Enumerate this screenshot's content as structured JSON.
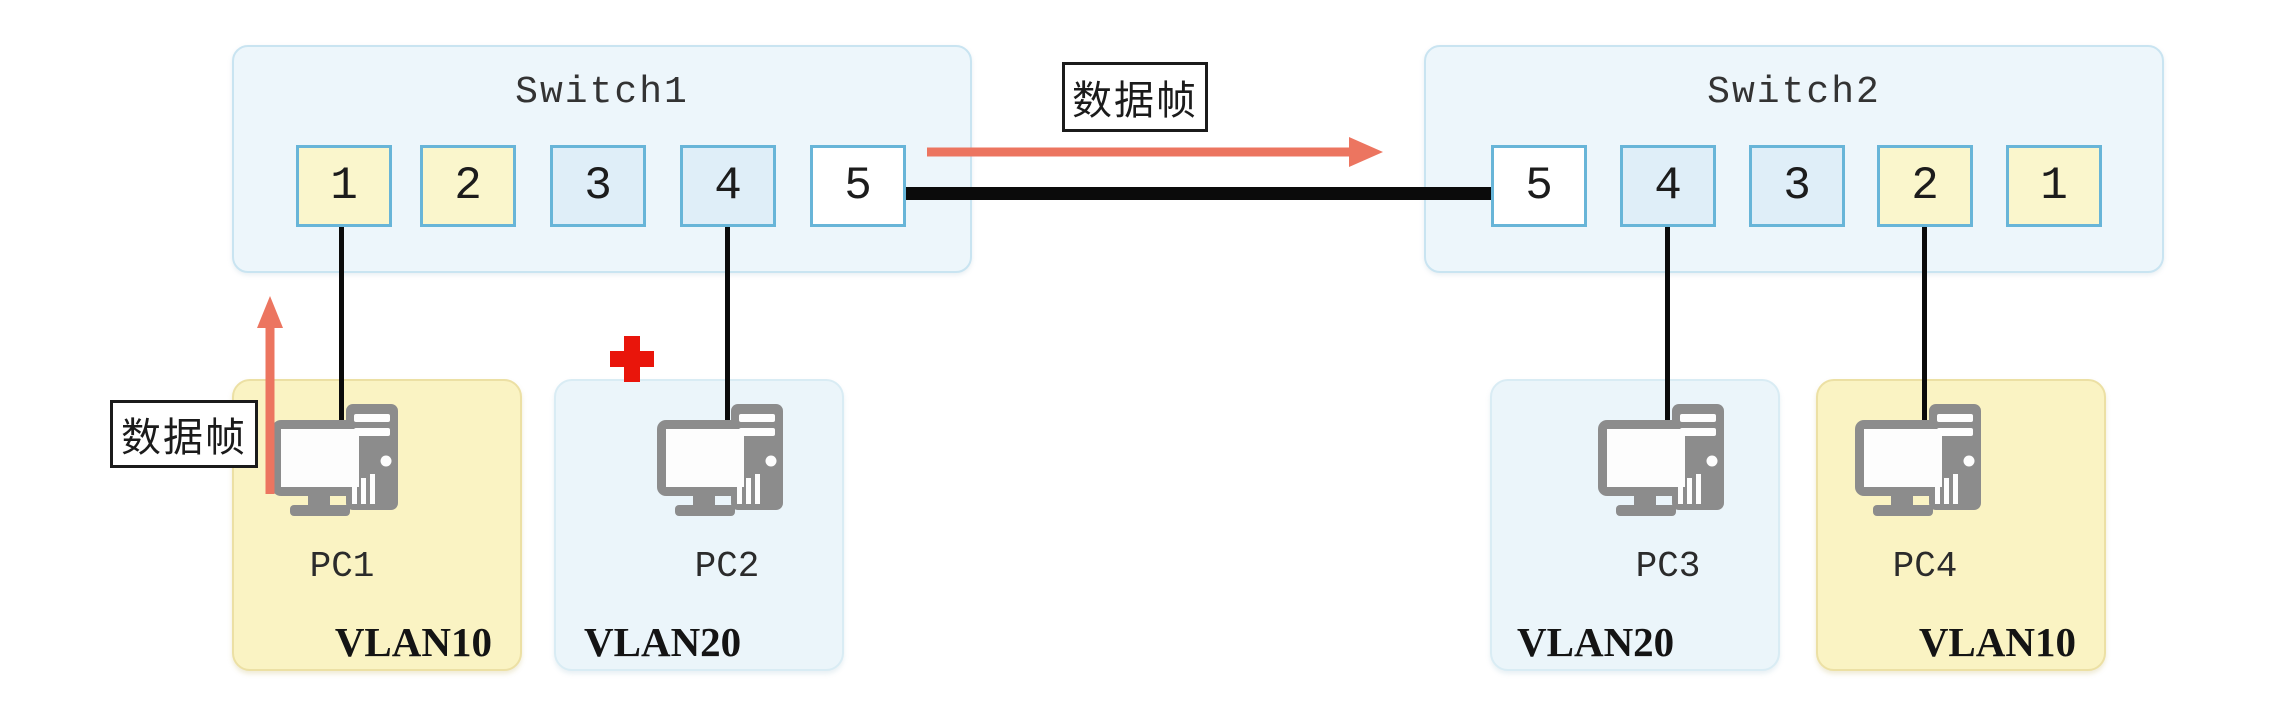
{
  "switch1": {
    "title": "Switch1",
    "ports": [
      {
        "label": "1",
        "fill": "yellow",
        "vlan": "VLAN10"
      },
      {
        "label": "2",
        "fill": "yellow",
        "vlan": "VLAN10"
      },
      {
        "label": "3",
        "fill": "blue",
        "vlan": "VLAN20"
      },
      {
        "label": "4",
        "fill": "blue",
        "vlan": "VLAN20"
      },
      {
        "label": "5",
        "fill": "white",
        "vlan": "trunk"
      }
    ]
  },
  "switch2": {
    "title": "Switch2",
    "ports": [
      {
        "label": "5",
        "fill": "white",
        "vlan": "trunk"
      },
      {
        "label": "4",
        "fill": "blue",
        "vlan": "VLAN20"
      },
      {
        "label": "3",
        "fill": "blue",
        "vlan": "VLAN20"
      },
      {
        "label": "2",
        "fill": "yellow",
        "vlan": "VLAN10"
      },
      {
        "label": "1",
        "fill": "yellow",
        "vlan": "VLAN10"
      }
    ]
  },
  "pcs": [
    {
      "name": "PC1",
      "vlan": "VLAN10"
    },
    {
      "name": "PC2",
      "vlan": "VLAN20"
    },
    {
      "name": "PC3",
      "vlan": "VLAN20"
    },
    {
      "name": "PC4",
      "vlan": "VLAN10"
    }
  ],
  "annotations": {
    "top_frame_label": "数据帧",
    "left_frame_label": "数据帧"
  },
  "colors": {
    "switch_fill": "#edf6fb",
    "switch_border": "#c9e4f1",
    "port_border": "#68b5d8",
    "vlan10_fill": "#faf6cc",
    "vlan20_fill": "#dfeef8",
    "pc_vlan10_fill": "#faf3c3",
    "pc_vlan20_fill": "#ebf5fa",
    "arrow_color": "#ec7560",
    "blocked_cross_color": "#e9150b",
    "pc_icon_color": "#8c8c8c"
  }
}
